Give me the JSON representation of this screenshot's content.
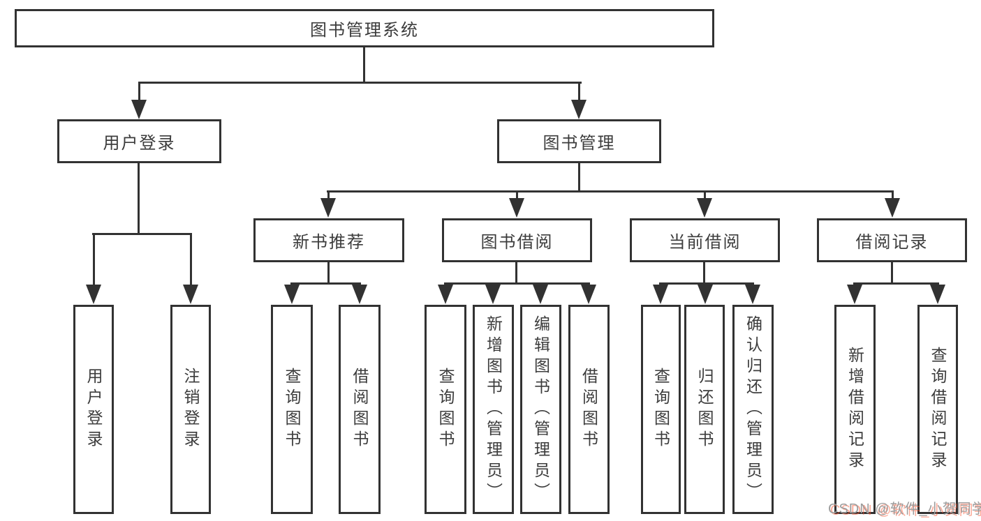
{
  "diagram": {
    "title_note": "functional structure tree",
    "root": {
      "label": "图书管理系统"
    },
    "level2": [
      {
        "label": "用户登录"
      },
      {
        "label": "图书管理"
      }
    ],
    "level3": [
      {
        "label": "新书推荐"
      },
      {
        "label": "图书借阅"
      },
      {
        "label": "当前借阅"
      },
      {
        "label": "借阅记录"
      }
    ],
    "groups": {
      "user_login": [
        "用户登录",
        "注销登录"
      ],
      "new_book": [
        "查询图书",
        "借阅图书"
      ],
      "book_borrow": [
        "查询图书",
        "新增图书（管理员）",
        "编辑图书（管理员）",
        "借阅图书"
      ],
      "current_borrow": [
        "查询图书",
        "归还图书",
        "确认归还（管理员）"
      ],
      "borrow_record": [
        "新增借阅记录",
        "查询借阅记录"
      ]
    }
  },
  "watermark": {
    "text": "CSDN @软件_小贺同学"
  },
  "colors": {
    "line": "#323232",
    "text": "#3c3c3c",
    "background": "#ffffff",
    "watermark_gray": "#9c9c9c",
    "watermark_red": "#fc5531"
  }
}
